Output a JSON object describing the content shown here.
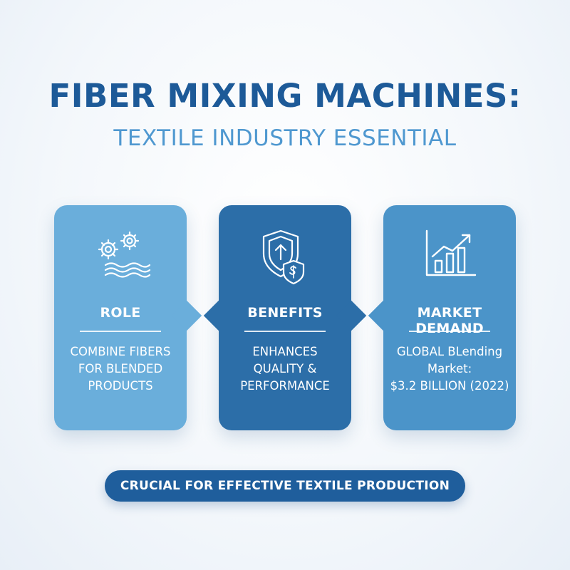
{
  "header": {
    "title": "FIBER MIXING MACHINES:",
    "subtitle": "TEXTILE INDUSTRY ESSENTIAL"
  },
  "cards": [
    {
      "title": "ROLE",
      "icon": "gears-icon",
      "lines": [
        "COMBINE FIBERS",
        "FOR BLENDED",
        "PRODUCTS"
      ]
    },
    {
      "title": "BENEFITS",
      "icon": "shield-dollar-icon",
      "lines": [
        "ENHANCES",
        "QUALITY &",
        "PERFORMANCE"
      ]
    },
    {
      "title": "MARKET DEMAND",
      "icon": "growth-chart-icon",
      "lines": [
        "GLOBAL BLending",
        "Market:",
        "$3.2 BILLION (2022)"
      ]
    }
  ],
  "footer": {
    "banner": "CRUCIAL FOR EFFECTIVE TEXTILE PRODUCTION"
  },
  "colors": {
    "title": "#1d5a98",
    "subtitle": "#4f98d0",
    "card_role": "#6aaedb",
    "card_benefits": "#2c6ea8",
    "card_market": "#4b94c9",
    "banner": "#1f5e9c"
  }
}
